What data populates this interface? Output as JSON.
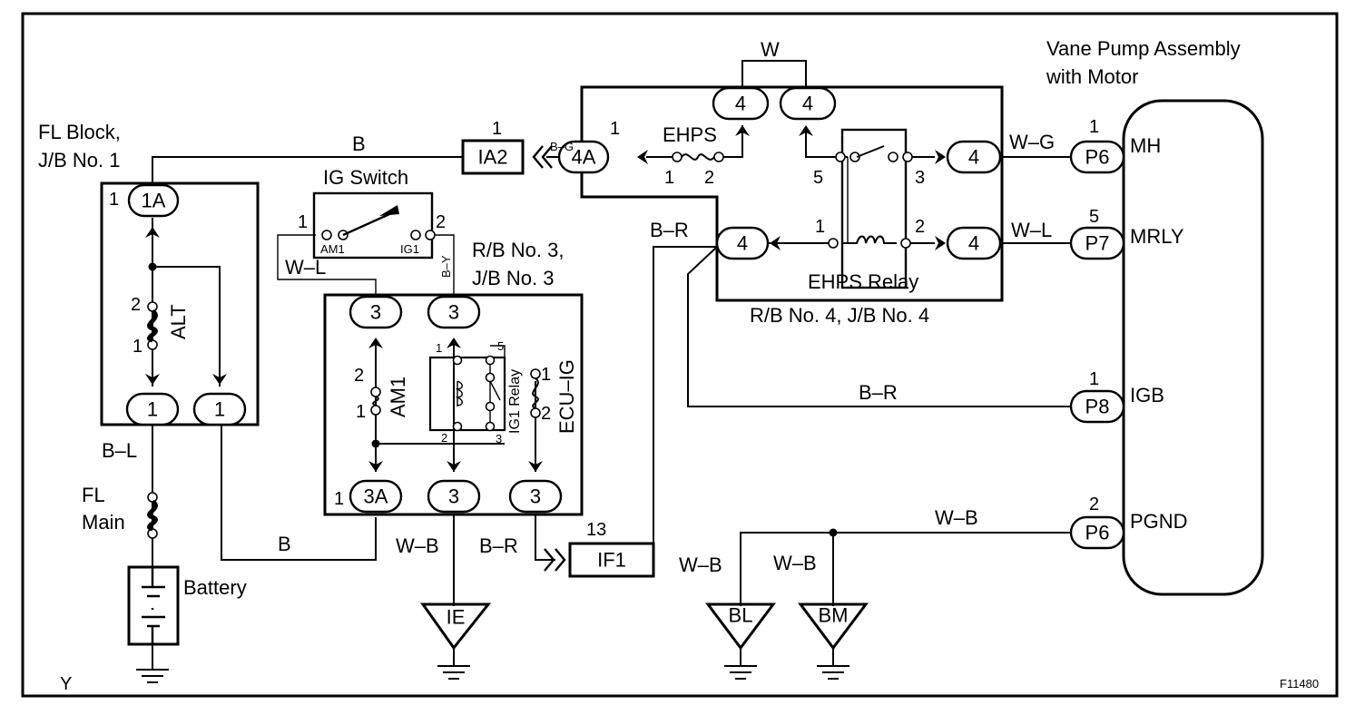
{
  "labels": {
    "vane_pump_1": "Vane Pump Assembly",
    "vane_pump_2": "with Motor",
    "fl_block_1": "FL Block,",
    "fl_block_2": "J/B No. 1",
    "ig_switch": "IG Switch",
    "am1_term": "AM1",
    "ig1_term": "IG1",
    "rb3_1": "R/B No. 3,",
    "rb3_2": "J/B No. 3",
    "rb4": "R/B No. 4, J/B No. 4",
    "ehps": "EHPS",
    "ehps_relay": "EHPS Relay",
    "alt": "ALT",
    "am1_fuse": "AM1",
    "ig1_relay": "IG1 Relay",
    "ecu_ig": "ECU–IG",
    "fl_main_1": "FL",
    "fl_main_2": "Main",
    "battery": "Battery",
    "mh": "MH",
    "mrly": "MRLY",
    "igb": "IGB",
    "pgnd": "PGND",
    "corner_y": "Y",
    "figure_code": "F11480"
  },
  "wires": {
    "w_top": "W",
    "b_top": "B",
    "b_g": "B–G",
    "w_g": "W–G",
    "w_l_right": "W–L",
    "b_r_mid": "B–R",
    "b_r_igb": "B–R",
    "w_b_pgnd": "W–B",
    "w_l_left": "W–L",
    "b_y": "B–Y",
    "b_l": "B–L",
    "b_bottom": "B",
    "w_b_ie": "W–B",
    "b_r_if1": "B–R",
    "w_b_bl": "W–B",
    "w_b_bm": "W–B"
  },
  "connectors": {
    "c1a": "1A",
    "c1_left": "1",
    "c1_right": "1",
    "c3_am1": "3",
    "c3_ig1": "3",
    "c3a": "3A",
    "c3_bot_mid": "3",
    "c3_bot_right": "3",
    "c4a": "4A",
    "c4_top_left": "4",
    "c4_top_right": "4",
    "c4_mh": "4",
    "c4_mrly": "4",
    "c4_br": "4",
    "ia2": "IA2",
    "if1": "IF1",
    "p6_mh": "P6",
    "p7": "P7",
    "p8": "P8",
    "p6_pgnd": "P6"
  },
  "grounds": {
    "ie": "IE",
    "bl": "BL",
    "bm": "BM"
  },
  "pins": {
    "p1a": "1",
    "alt_2": "2",
    "alt_1": "1",
    "igsw_1": "1",
    "igsw_2": "2",
    "am1_2": "2",
    "am1_1": "1",
    "c3a_1": "1",
    "ig1r_1": "1",
    "ig1r_5": "5",
    "ig1r_2": "2",
    "ig1r_3": "3",
    "ecu_1": "1",
    "ecu_2": "2",
    "ia2_1": "1",
    "c4a_1": "1",
    "ehps_1": "1",
    "ehps_2": "2",
    "relay_5": "5",
    "relay_3": "3",
    "relay_1": "1",
    "relay_2": "2",
    "if1_13": "13",
    "mh_1": "1",
    "mrly_5": "5",
    "igb_1": "1",
    "pgnd_2": "2"
  }
}
